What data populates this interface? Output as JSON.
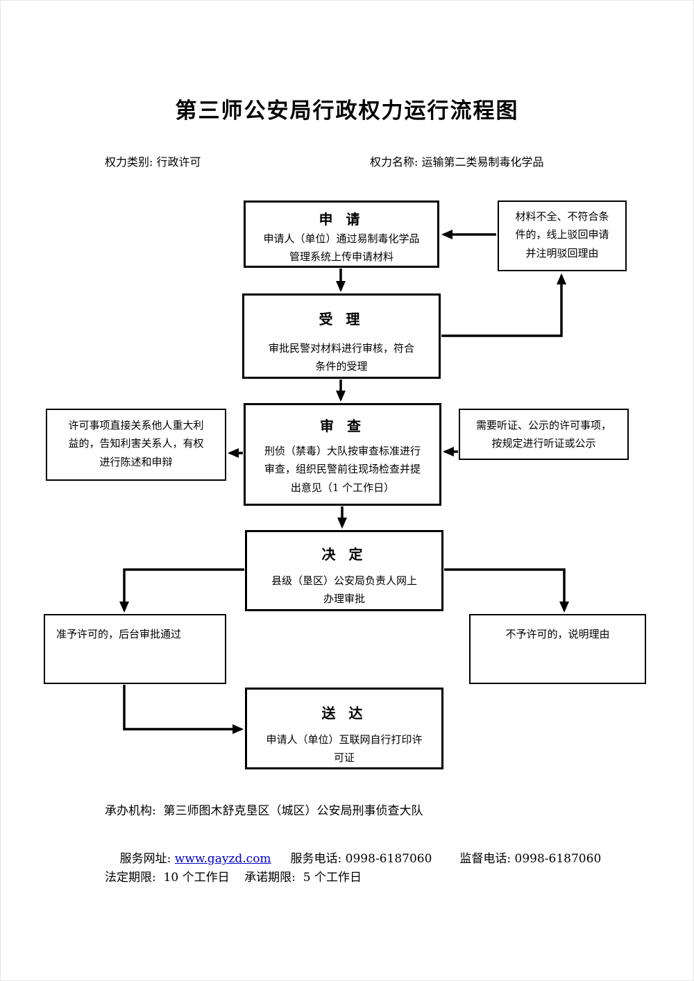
{
  "document": {
    "title": "第三师公安局行政权力运行流程图",
    "meta": {
      "category": "权力类别: 行政许可",
      "power_name": "权力名称: 运输第二类易制毒化学品"
    },
    "footer": {
      "agency": "承办机构:  第三师图木舒克垦区（城区）公安局刑事侦查大队",
      "website_label": "服务网址: ",
      "website_url": "www.gayzd.com",
      "service_phone": "服务电话: 0998-6187060",
      "supervision_phone": "监督电话: 0998-6187060",
      "deadlines": "法定期限:  10 个工作日    承诺期限:  5 个工作日"
    },
    "colors": {
      "link": "#0000cc",
      "line": "#000000"
    }
  },
  "flow": {
    "apply": {
      "title": "申 请",
      "body": "申请人（单位）通过易制毒化学品\n管理系统上传申请材料"
    },
    "reject_note": {
      "body": "材料不全、不符合条\n件的，线上驳回申请\n并注明驳回理由"
    },
    "accept": {
      "title": "受 理",
      "body": "审批民警对材料进行审核，符合\n条件的受理"
    },
    "review": {
      "title": "审 查",
      "body": "刑侦（禁毒）大队按审查标准进行\n审查，组织民警前往现场检查并提\n出意见（1 个工作日）"
    },
    "notify_note": {
      "body": "许可事项直接关系他人重大利\n益的，告知利害关系人，有权\n进行陈述和申辩"
    },
    "hearing_note": {
      "body": "需要听证、公示的许可事项，\n按规定进行听证或公示"
    },
    "decide": {
      "title": "决 定",
      "body": "县级（垦区）公安局负责人网上\n办理审批"
    },
    "approve": {
      "body": "准予许可的，后台审批通过"
    },
    "deny": {
      "body": "不予许可的，说明理由"
    },
    "deliver": {
      "title": "送 达",
      "body": "申请人（单位）互联网自行打印许\n可证"
    }
  }
}
